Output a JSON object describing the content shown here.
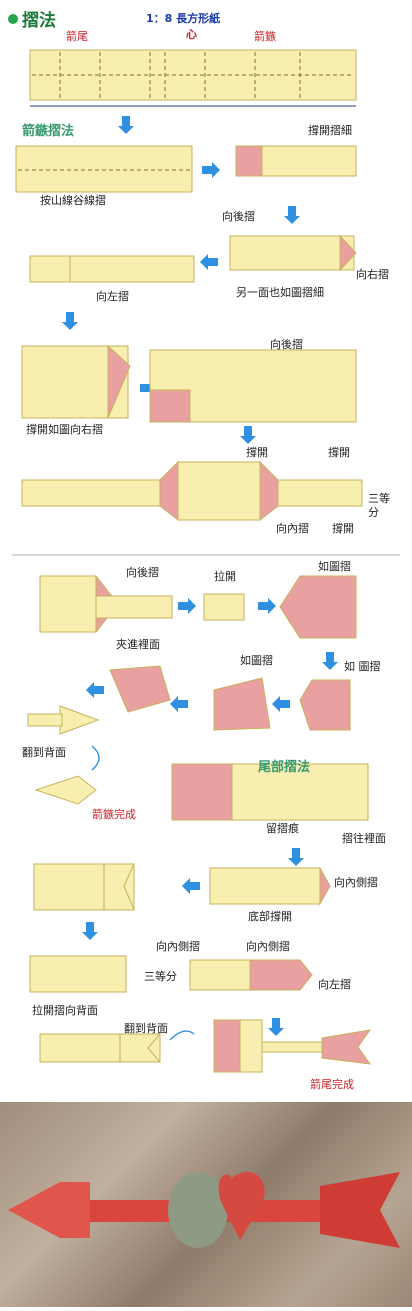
{
  "title": "摺法",
  "ratio": "1：8 長方形紙",
  "top_labels": {
    "tail": "箭尾",
    "heart": "心",
    "head": "箭鏃"
  },
  "sections": {
    "head_fold": "箭鏃摺法",
    "tail_fold": "尾部摺法"
  },
  "steps": {
    "open_thin": "撐開摺細",
    "mountain_valley": "按山線谷線摺",
    "fold_back_1": "向後摺",
    "fold_right": "向右摺",
    "fold_left": "向左摺",
    "other_side": "另一面也如圖摺細",
    "fold_back_2": "向後摺",
    "open_right": "撐開如圖向右摺",
    "open_a": "撐開",
    "open_b": "撐開",
    "thirds_1": "三等",
    "thirds_2": "分",
    "fold_in": "向內摺",
    "open_c": "撐開",
    "fold_back_3": "向後摺",
    "pull_open": "拉開",
    "as_shown_1": "如圖摺",
    "tuck_in": "夾進裡面",
    "as_shown_2": "如圖摺",
    "as_shown_3": "如 圖摺",
    "flip_back": "翻到背面",
    "head_done": "箭鏃完成",
    "crease": "留摺痕",
    "tuck_inside": "摺往裡面",
    "fold_in_side_1": "向內側摺",
    "bottom_open": "底部撐開",
    "fold_in_side_2": "向內側摺",
    "fold_in_side_3": "向內側摺",
    "thirds_3": "三等分",
    "fold_left_2": "向左摺",
    "pull_open_back": "拉開摺向背面",
    "flip_back_2": "翻到背面",
    "tail_done": "箭尾完成"
  },
  "colors": {
    "paper": "#f7eeb0",
    "paper_edge": "#c9b25a",
    "pink": "#e8a0a0",
    "arrow": "#2f8fe0",
    "red_text": "#c8202a",
    "green": "#27a34a"
  }
}
